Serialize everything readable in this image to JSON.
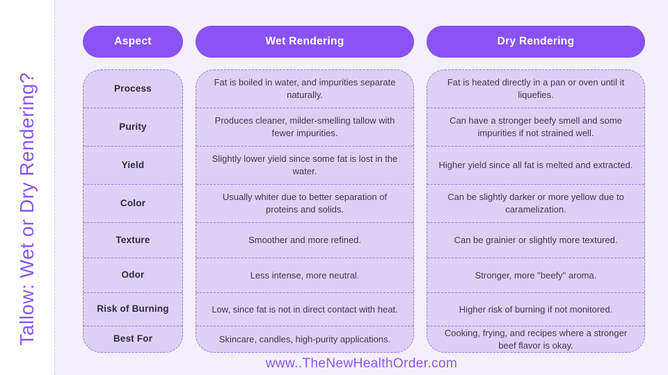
{
  "page": {
    "vertical_title": "Tallow: Wet or Dry Rendering?",
    "footer_url": "www..TheNewHealthOrder.com"
  },
  "colors": {
    "accent_pill": "#8b52f3",
    "cell_background": "#dcd1f5",
    "dashed_border": "#9c74e6",
    "panel_background": "#f3f0fa",
    "title_text": "#8a57f0",
    "footer_text": "#8e55f6",
    "aspect_label_text": "#2f2b3d",
    "body_text": "#3f3953",
    "header_text": "#ffffff"
  },
  "table": {
    "columns": [
      {
        "header": "Aspect"
      },
      {
        "header": "Wet Rendering"
      },
      {
        "header": "Dry Rendering"
      }
    ],
    "rows": [
      {
        "aspect": "Process",
        "wet": "Fat is boiled in water, and impurities separate naturally.",
        "dry": "Fat is heated directly in a pan or oven until it liquefies."
      },
      {
        "aspect": "Purity",
        "wet": "Produces cleaner, milder-smelling tallow with fewer impurities.",
        "dry": "Can have a stronger beefy smell and some impurities if not strained well."
      },
      {
        "aspect": "Yield",
        "wet": "Slightly lower yield since some fat is lost in the water.",
        "dry": "Higher yield since all fat is melted and extracted."
      },
      {
        "aspect": "Color",
        "wet": "Usually whiter due to better separation of proteins and solids.",
        "dry": "Can be slightly darker or more yellow due to caramelization."
      },
      {
        "aspect": "Texture",
        "wet": "Smoother and more refined.",
        "dry": "Can be grainier or slightly more textured."
      },
      {
        "aspect": "Odor",
        "wet": "Less intense, more neutral.",
        "dry": "Stronger, more \"beefy\" aroma."
      },
      {
        "aspect": "Risk of Burning",
        "wet": "Low, since fat is not in direct contact with heat.",
        "dry": "Higher risk of burning if not monitored."
      },
      {
        "aspect": "Best For",
        "wet": "Skincare, candles, high-purity applications.",
        "dry": "Cooking, frying, and recipes where a stronger beef flavor is okay."
      }
    ]
  }
}
